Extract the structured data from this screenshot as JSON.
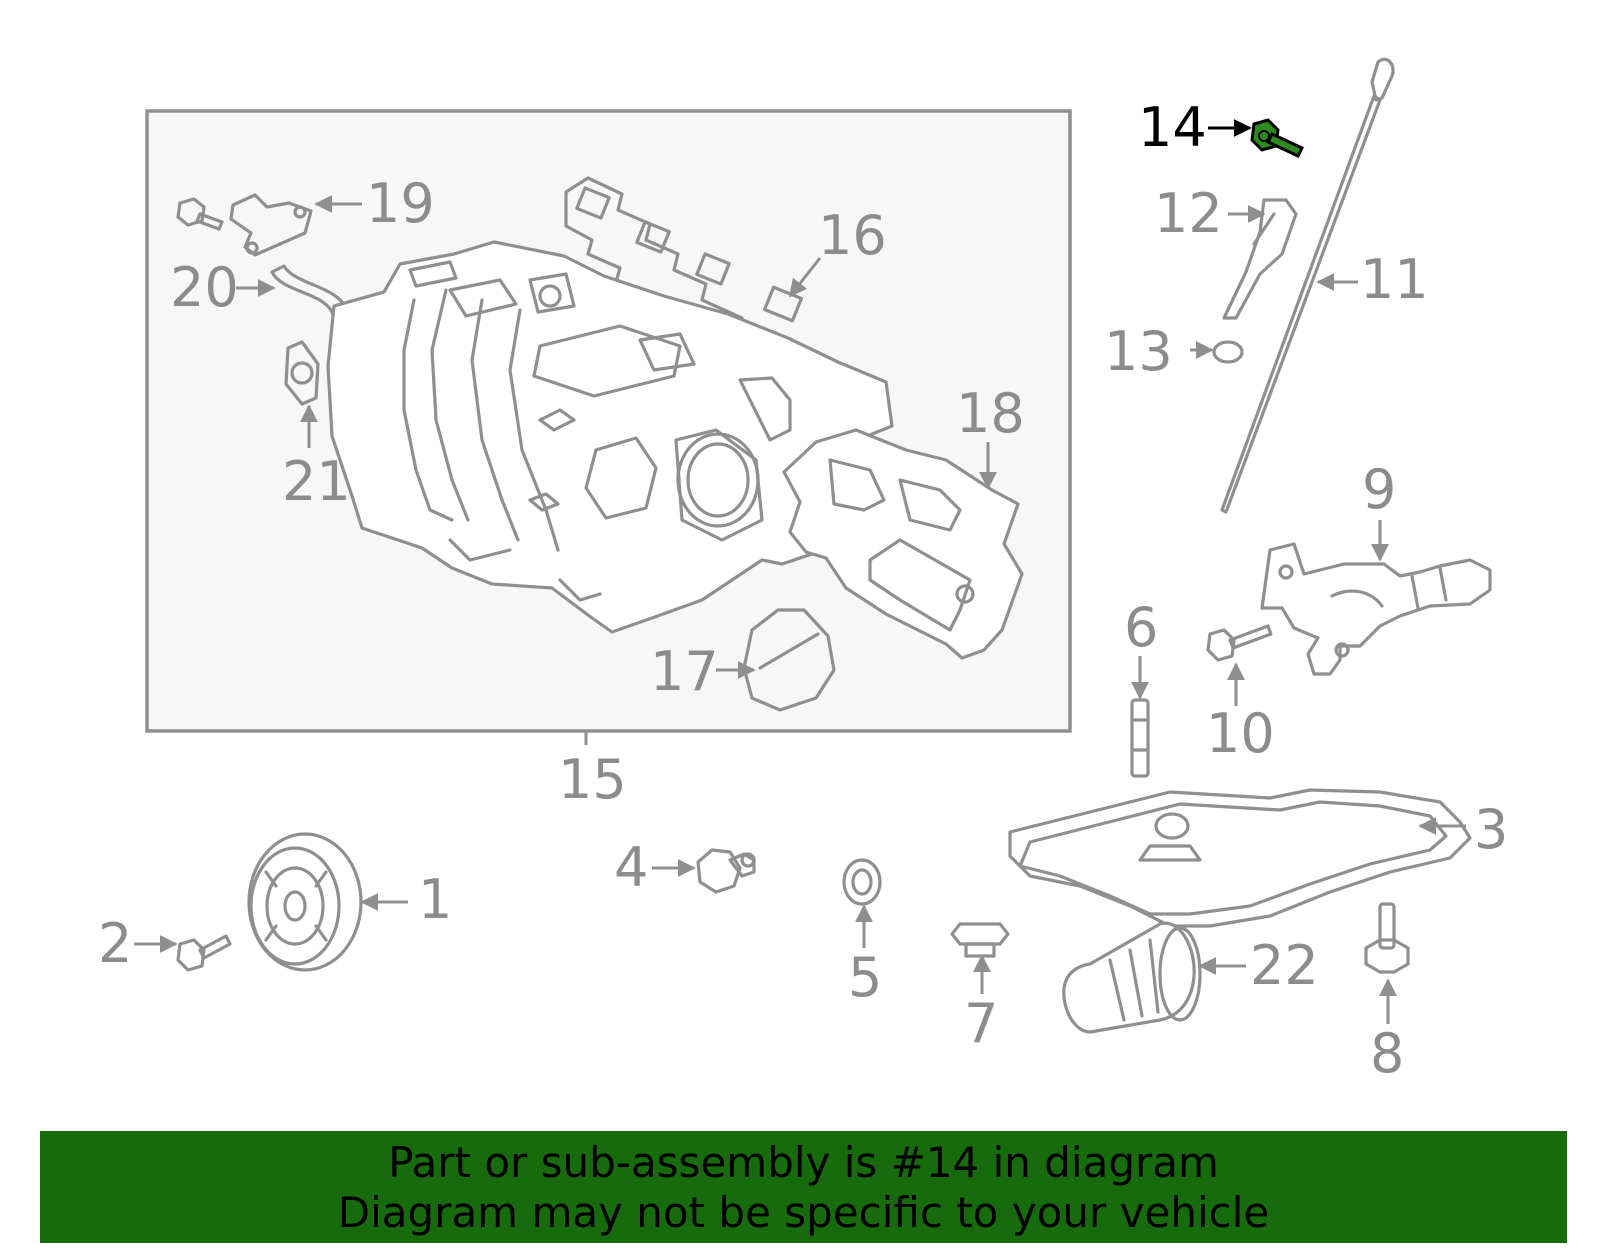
{
  "callouts": {
    "c1": "1",
    "c2": "2",
    "c3": "3",
    "c4": "4",
    "c5": "5",
    "c6": "6",
    "c7": "7",
    "c8": "8",
    "c9": "9",
    "c10": "10",
    "c11": "11",
    "c12": "12",
    "c13": "13",
    "c14": "14",
    "c15": "15",
    "c16": "16",
    "c17": "17",
    "c18": "18",
    "c19": "19",
    "c20": "20",
    "c21": "21",
    "c22": "22"
  },
  "highlighted_part": "14",
  "colors": {
    "banner": "#176b0c",
    "highlight": "#2e8b1f",
    "line": "#8f8f8f",
    "inset_bg": "#f7f7f7"
  },
  "banner": {
    "line1": "Part or sub-assembly is #14 in diagram",
    "line2": "Diagram may not be specific to your vehicle"
  }
}
